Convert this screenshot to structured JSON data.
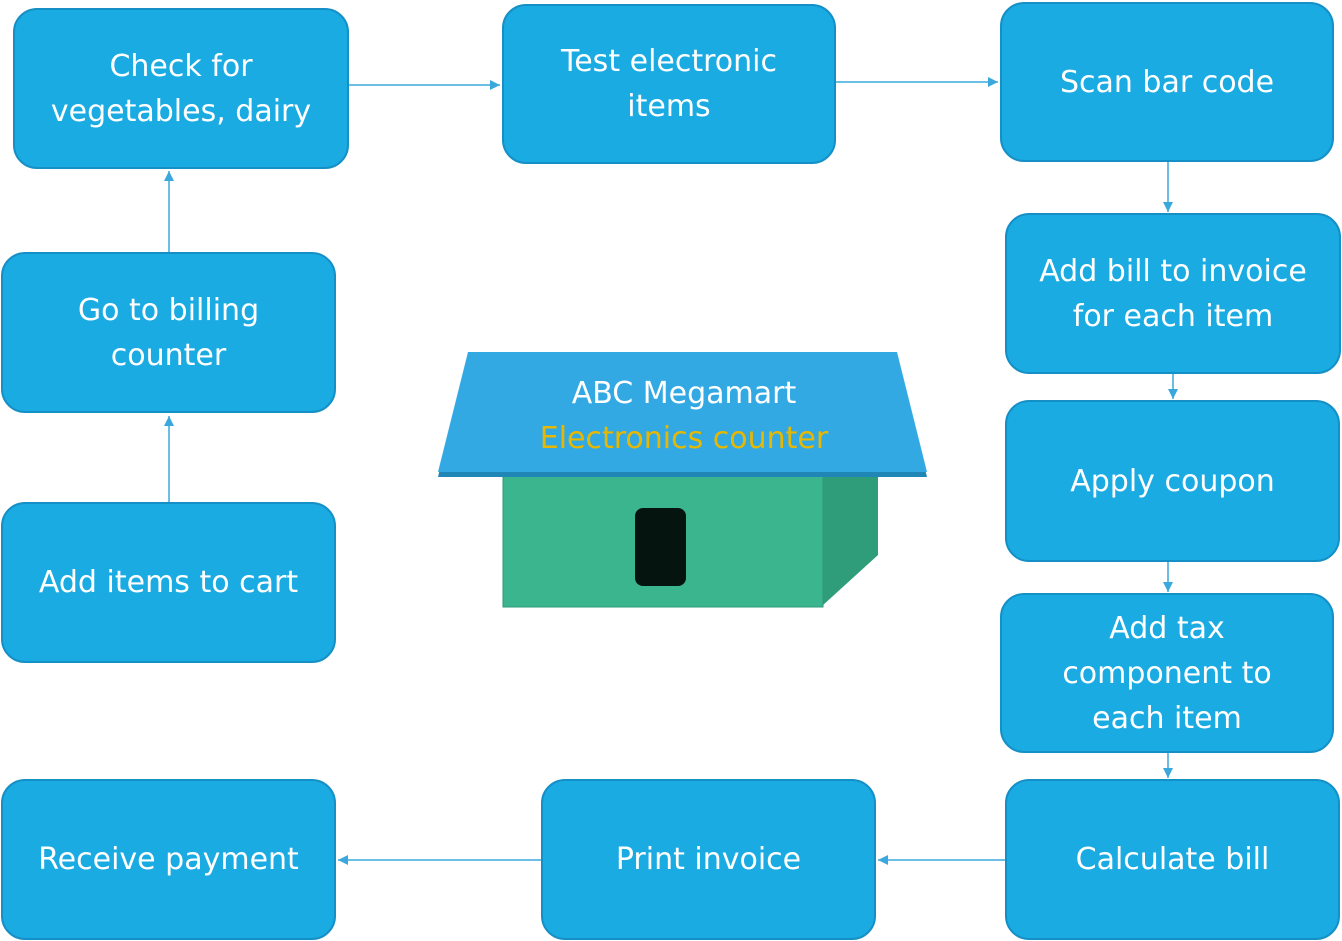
{
  "nodes": {
    "check_vegetables": "Check for\nvegetables, dairy",
    "test_electronic": "Test electronic\nitems",
    "scan_bar_code": "Scan bar code",
    "go_to_billing": "Go to billing\ncounter",
    "add_bill_invoice": "Add bill to invoice\nfor each item",
    "apply_coupon": "Apply coupon",
    "add_items_cart": "Add items to cart",
    "add_tax": "Add tax\ncomponent to\neach item",
    "receive_payment": "Receive payment",
    "print_invoice": "Print invoice",
    "calculate_bill": "Calculate bill"
  },
  "store": {
    "title": "ABC Megamart",
    "subtitle": "Electronics counter"
  },
  "colors": {
    "node_fill": "#1aabe3",
    "node_border": "#1590c6",
    "node_text": "#ffffff",
    "arrow": "#3aa8dc",
    "roof": "#33a9e4",
    "wall": "#3ab58e",
    "wall_side": "#2f9d7a",
    "door": "#061410",
    "subtitle": "#e8b800"
  }
}
